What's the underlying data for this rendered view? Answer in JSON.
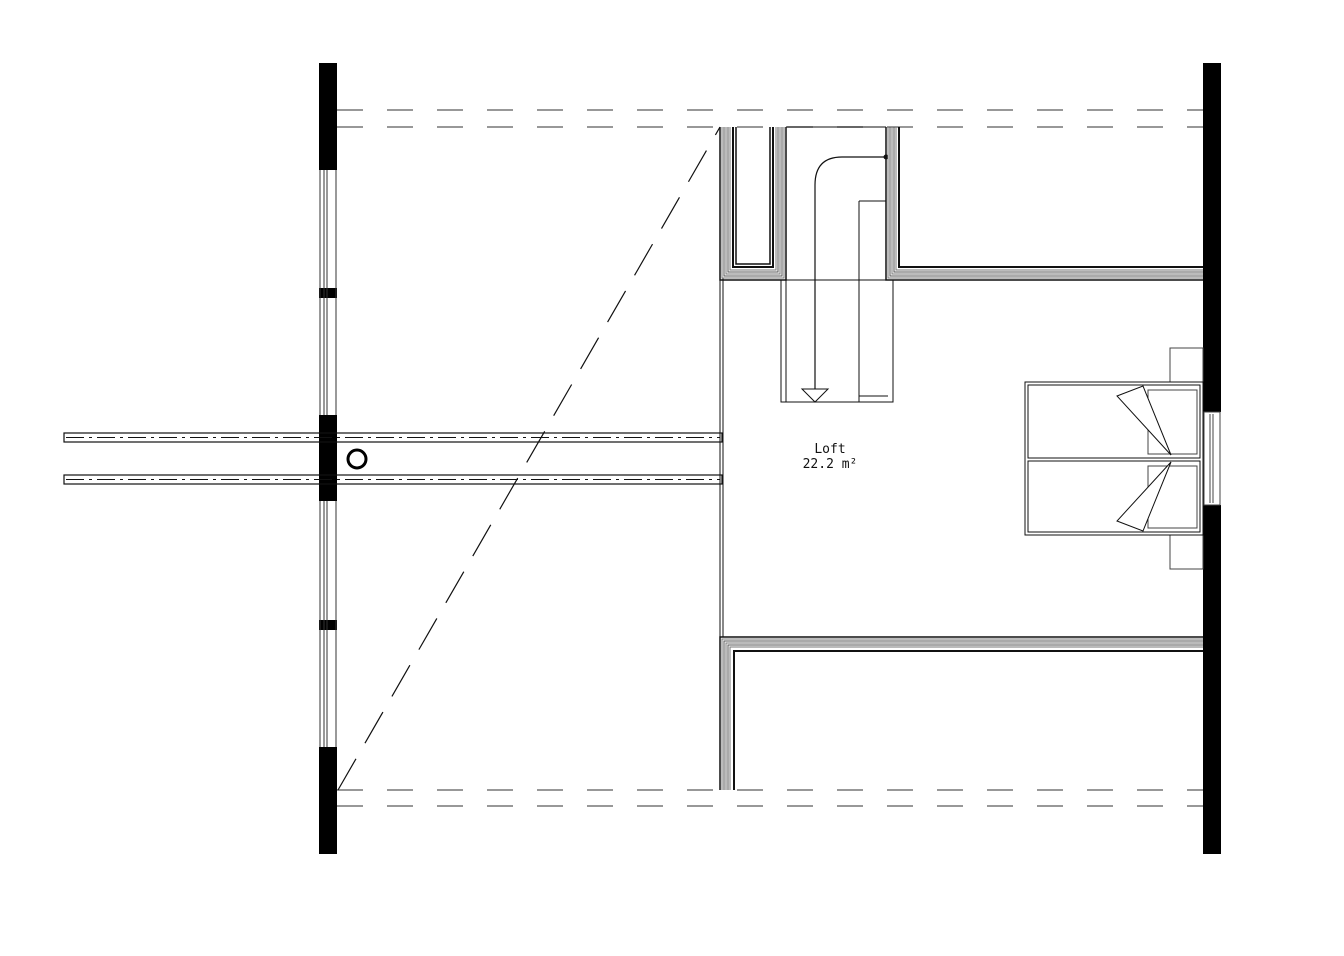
{
  "plan": {
    "type": "floor-plan",
    "room": {
      "name": "Loft",
      "area": "22.2 m²"
    },
    "colors": {
      "wall": "#000000",
      "line": "#111111",
      "hidden_line": "#777777",
      "background": "#ffffff"
    },
    "elements": [
      "left-exterior-wall-with-windows",
      "right-exterior-wall",
      "roof-ridge-dashed-lines",
      "stair-with-down-arrow",
      "chimney-shafts",
      "double-bed-with-pillows",
      "nightstands",
      "roof-window",
      "balcony-beams",
      "column-marker",
      "roof-slope-diagonal"
    ]
  }
}
